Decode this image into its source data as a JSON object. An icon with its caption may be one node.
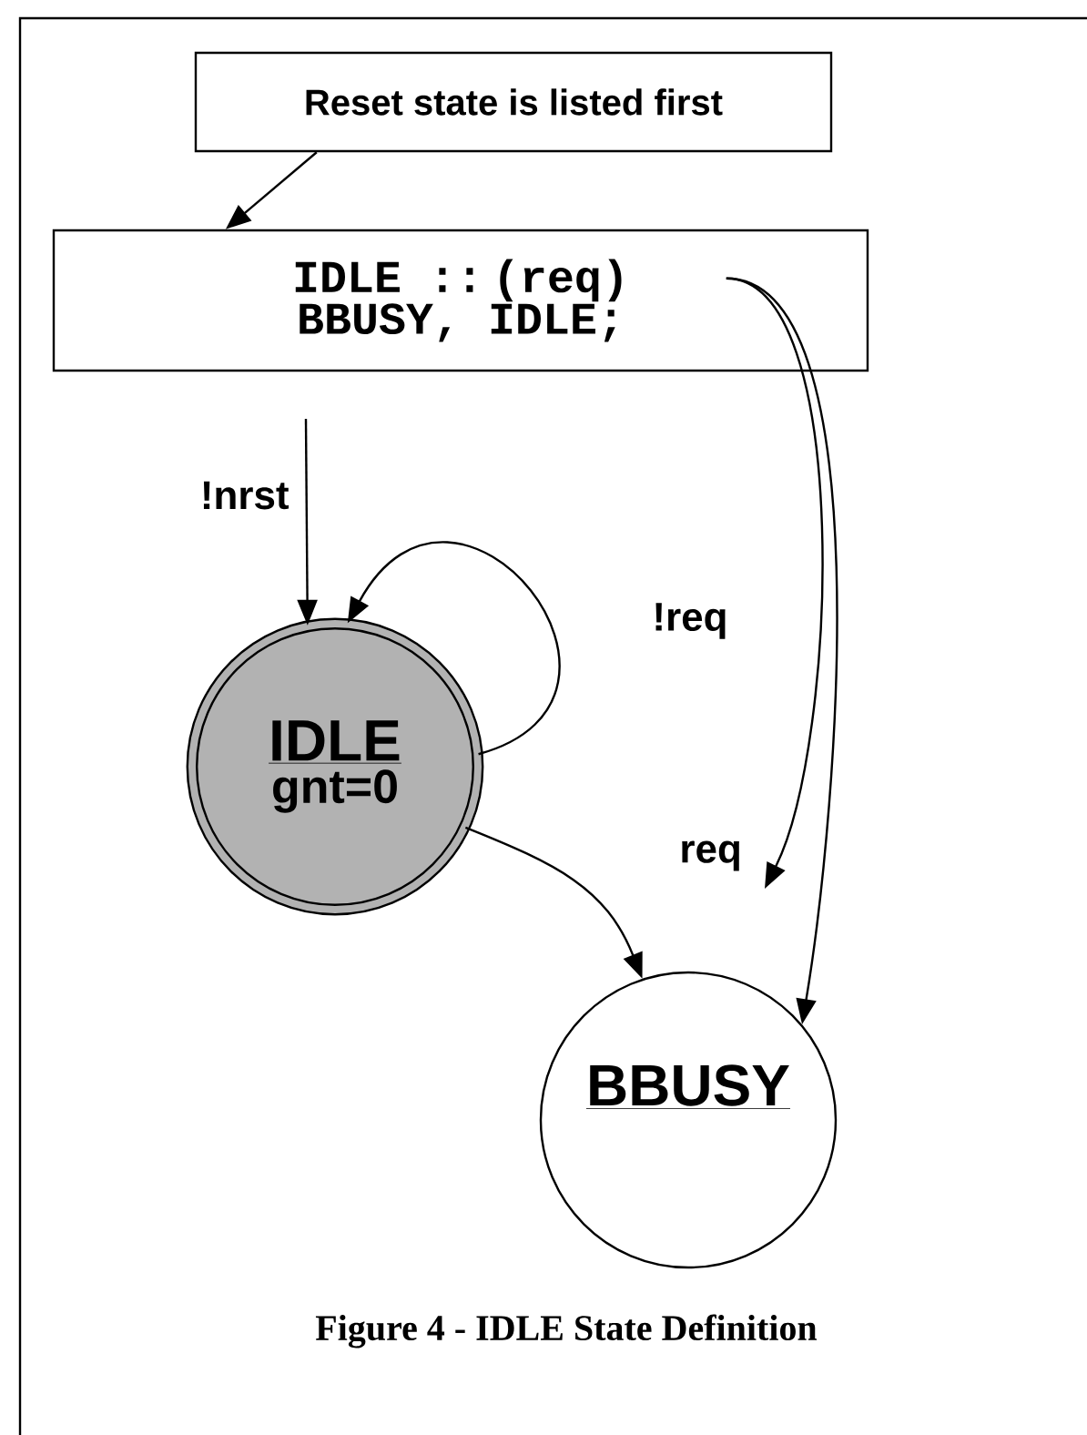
{
  "diagram": {
    "caption": "Figure 4 - IDLE State Definition",
    "nodes": [
      {
        "text": [
          "Reset state is listed first"
        ]
      },
      {
        "text": [
          "IDLE :: (req) BBUSY, IDLE;"
        ]
      },
      {
        "text": [
          "IDLE",
          "gnt=0"
        ]
      },
      {
        "text": [
          "BBUSY"
        ]
      }
    ],
    "edges": [
      {
        "from": 0,
        "to": 1,
        "arrow": "to"
      },
      {
        "from": null,
        "to": 2,
        "arrow": "to",
        "label": "!nrst"
      },
      {
        "from": 2,
        "to": 2,
        "arrow": "to",
        "label": "!req"
      },
      {
        "from": 2,
        "to": 3,
        "arrow": "to",
        "label": "req"
      },
      {
        "from": 1,
        "to": null,
        "arrow": "to"
      },
      {
        "from": 1,
        "to": 3,
        "arrow": "to"
      }
    ]
  }
}
